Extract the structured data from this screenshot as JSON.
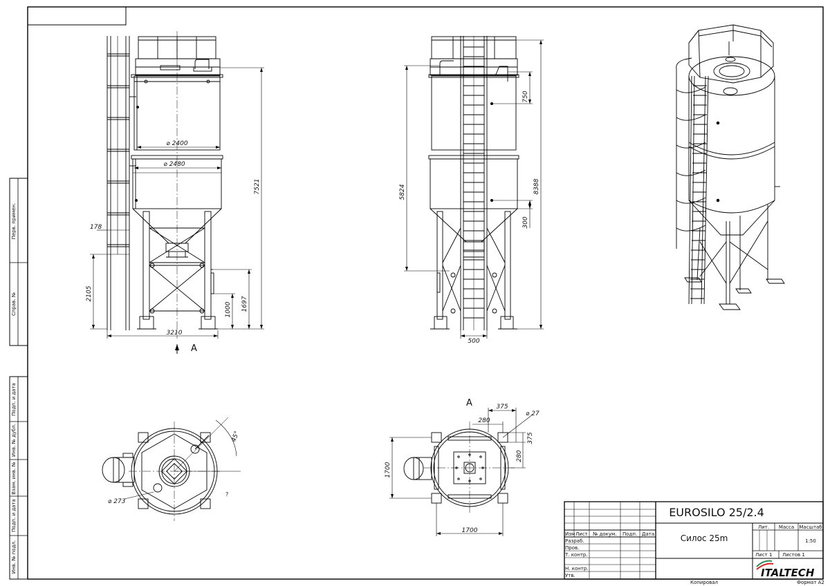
{
  "side_stamp": [
    "Перв. примен.",
    "Справ. №",
    "Подп. и дата",
    "Инв. № дубл.",
    "Взам. инв. №",
    "Подп. и дата",
    "Инв. № подл."
  ],
  "front_dims": {
    "d_top": "⌀ 2400",
    "d_mid": "⌀ 2480",
    "h_total": "7521",
    "d_178": "178",
    "h_2105": "2105",
    "h_1697": "1697",
    "h_1000": "1000",
    "w_3210": "3210",
    "view_mark": "A"
  },
  "side_dims": {
    "h_5824": "5824",
    "h_8388": "8388",
    "d_750": "750",
    "d_300": "300",
    "w_500": "500"
  },
  "plan_dims": {
    "angle": "45°",
    "d_273": "⌀ 273",
    "note": "?"
  },
  "view_a_dims": {
    "label": "A",
    "d_375_top": "375",
    "d_280_top": "280",
    "d_27": "⌀ 27",
    "d_375_side": "375",
    "d_280_side": "280",
    "h_1700": "1700",
    "w_1700": "1700"
  },
  "title_block": {
    "designation": "EUROSILO 25/2.4",
    "name": "Силос 25m",
    "col_headers": [
      "Изм",
      "Лист",
      "№ докум.",
      "Подп.",
      "Дата"
    ],
    "roles": [
      "Разраб.",
      "Пров.",
      "Т. контр.",
      "",
      "Н. контр.",
      "Утв."
    ],
    "lit_label": "Лит.",
    "mass_label": "Масса",
    "scale_label": "Масштаб",
    "scale_value": "1:50",
    "sheet_label": "Лист 1",
    "sheets_label": "Листов 1",
    "copied_label": "Копировал",
    "format_label": "Формат A2",
    "logo_text": "ITALTECH"
  }
}
